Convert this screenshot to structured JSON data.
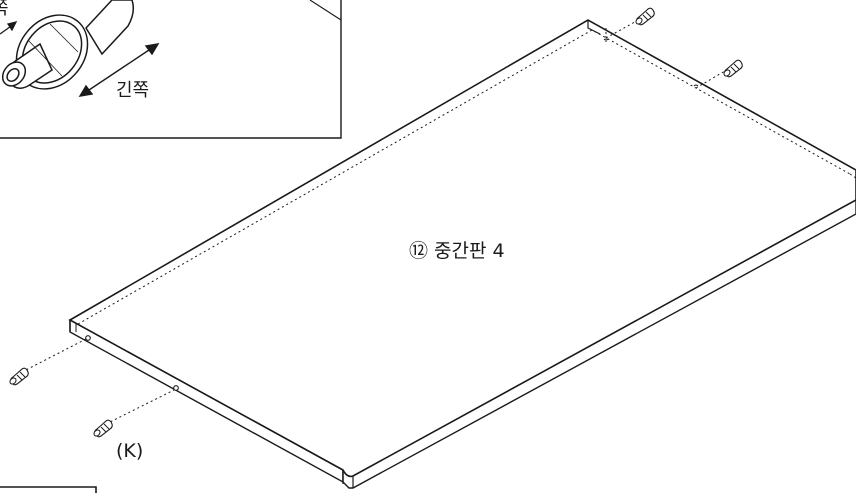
{
  "detail": {
    "short_side_label": "쪽",
    "long_side_label": "긴쪽"
  },
  "panel": {
    "number": "⑫",
    "name": "중간판",
    "quantity": "4",
    "label": "⑫ 중간판 4"
  },
  "part": {
    "label": "(K)"
  }
}
